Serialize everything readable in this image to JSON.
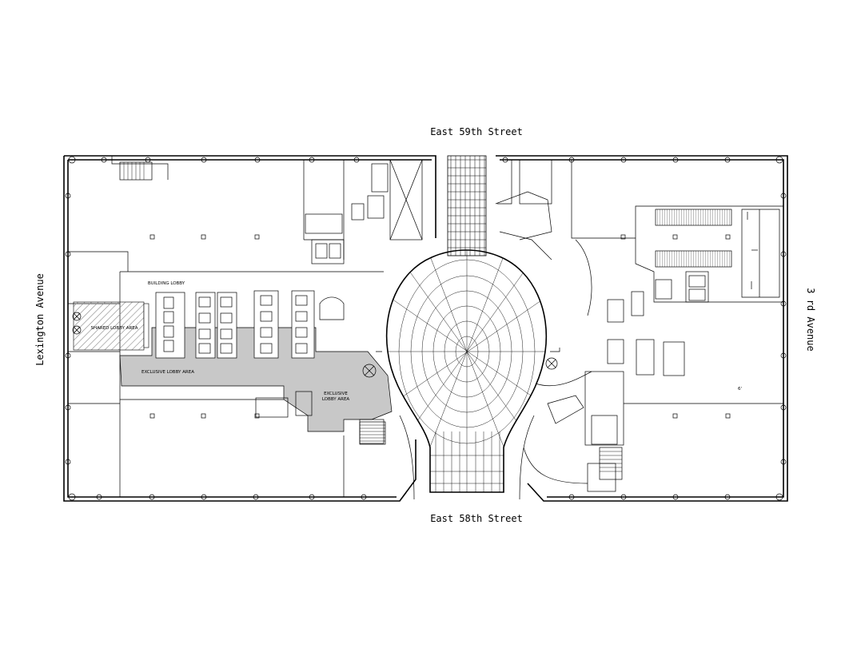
{
  "streets": {
    "north": "East 59th Street",
    "south": "East 58th Street",
    "west": "Lexington Avenue",
    "east": "3 rd Avenue"
  },
  "areas": {
    "building_lobby": "BUILDING LOBBY",
    "shared_lobby": "SHARED LOBBY AREA",
    "exclusive_lobby": "EXCLUSIVE LOBBY AREA",
    "exclusive_lobby_line1": "EXCLUSIVE",
    "exclusive_lobby_line2": "LOBBY AREA"
  },
  "marks": {
    "east_room": "6'"
  },
  "colors": {
    "line": "#000000",
    "exclusive_fill": "#c8c8c8",
    "shared_hatch": "#8a8a8a"
  }
}
